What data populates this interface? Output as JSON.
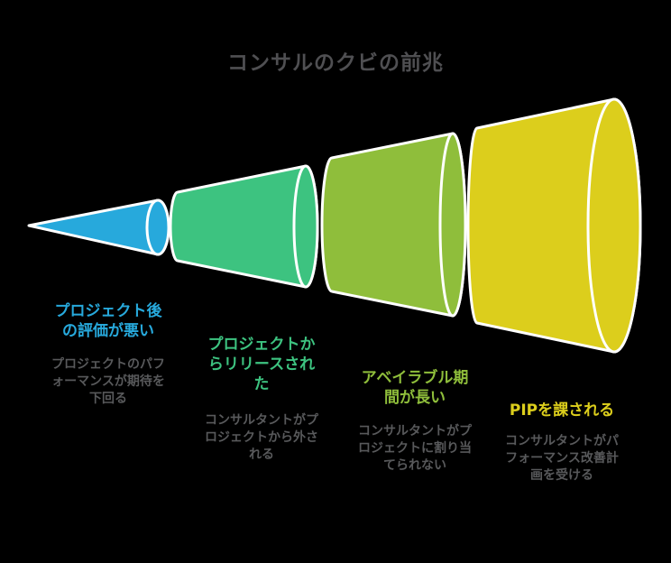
{
  "title": {
    "text": "コンサルのクビの前兆",
    "color": "#4F4F52"
  },
  "background_color": "#000000",
  "outline_color": "#FFFFFF",
  "description_color": "#58595B",
  "funnel": {
    "type": "funnel",
    "direction": "small-left-to-large-right",
    "stages": [
      {
        "index": 1,
        "color": "#27A9DC",
        "heading": "プロジェクト後\nの評価が悪い",
        "description": "プロジェクトのパフ\nォーマンスが期待を\n下回る"
      },
      {
        "index": 2,
        "color": "#3DC380",
        "heading": "プロジェクトか\nらリリースされ\nた",
        "description": "コンサルタントがプ\nロジェクトから外さ\nれる"
      },
      {
        "index": 3,
        "color": "#8FBE3B",
        "heading": "アベイラブル期\n間が長い",
        "description": "コンサルタントがプ\nロジェクトに割り当\nてられない"
      },
      {
        "index": 4,
        "color": "#DCCE1C",
        "heading": "PIPを課される",
        "description": "コンサルタントがパ\nフォーマンス改善計\n画を受ける"
      }
    ]
  }
}
